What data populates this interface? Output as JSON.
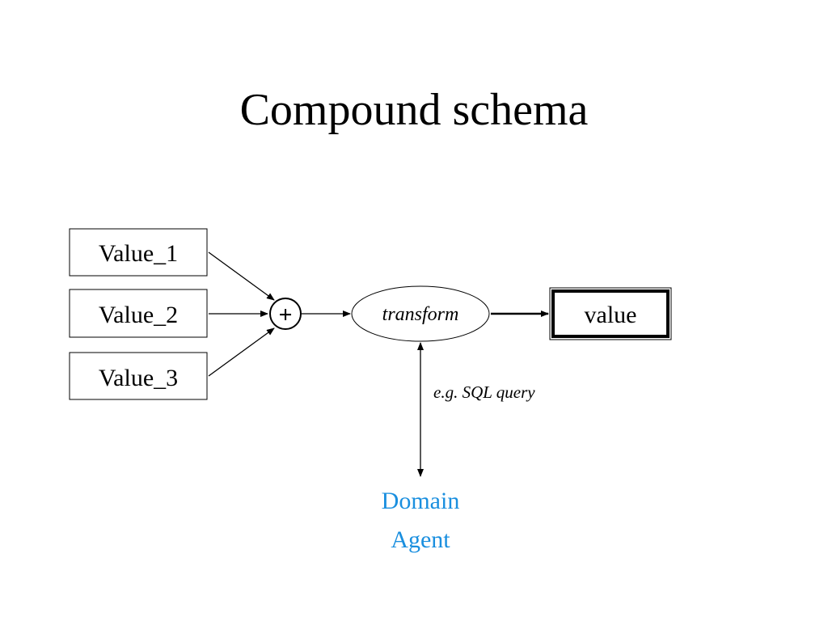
{
  "slide": {
    "title": "Compound schema"
  },
  "diagram": {
    "inputs": [
      "Value_1",
      "Value_2",
      "Value_3"
    ],
    "combiner_symbol": "+",
    "transform_label": "transform",
    "output_label": "value",
    "note": "e.g. SQL query",
    "agent_lines": [
      "Domain",
      "Agent"
    ]
  },
  "colors": {
    "stroke": "#000000",
    "agent_text": "#1a8fdf"
  }
}
